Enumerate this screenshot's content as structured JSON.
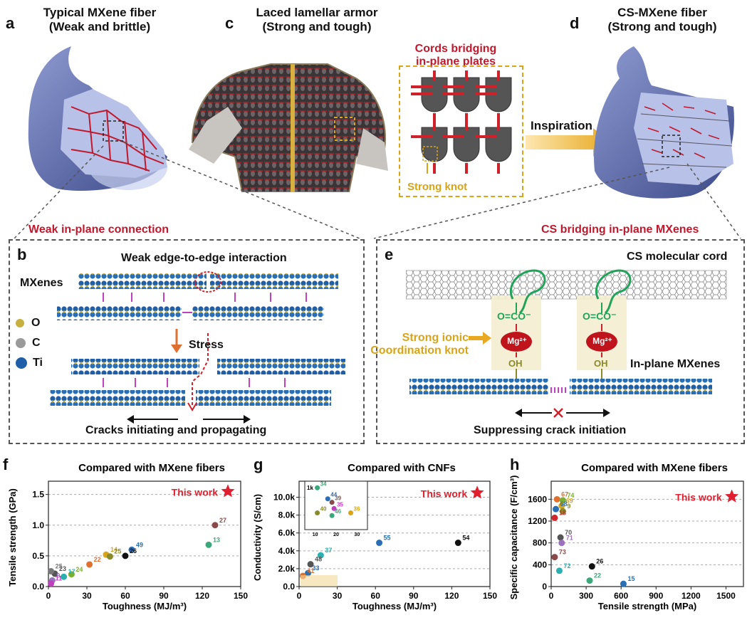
{
  "panel_a": {
    "letter": "a",
    "title_line1": "Typical MXene fiber",
    "title_line2": "(Weak and brittle)"
  },
  "panel_c": {
    "letter": "c",
    "title_line1": "Laced lamellar armor",
    "title_line2": "(Strong and tough)",
    "callout_line1": "Cords bridging",
    "callout_line2": "in-plane plates",
    "knot_label": "Strong knot"
  },
  "inspiration_label": "Inspiration",
  "panel_d": {
    "letter": "d",
    "title_line1": "CS-MXene fiber",
    "title_line2": "(Strong and tough)"
  },
  "weak_connection_label": "Weak in-plane connection",
  "cs_bridging_label": "CS bridging in-plane MXenes",
  "panel_b": {
    "letter": "b",
    "interaction_label": "Weak edge-to-edge interaction",
    "mxenes_label": "MXenes",
    "legend": [
      "O",
      "C",
      "Ti"
    ],
    "stress_label": "Stress",
    "cracks_label": "Cracks initiating and propagating"
  },
  "panel_e": {
    "letter": "e",
    "cord_label": "CS molecular cord",
    "carboxylate": "O=CO⁻",
    "mg": "Mg²⁺",
    "hydroxyl": "OH",
    "knot_line1": "Strong ionic",
    "knot_line2": "Coordination knot",
    "inplane_label": "In-plane MXenes",
    "suppress_label": "Suppressing crack initiation"
  },
  "colors": {
    "accent_red": "#c0182c",
    "gold": "#d8a418",
    "mxene_blue": "#2a6fb5",
    "cord_green": "#22a35a"
  },
  "chart_data": [
    {
      "type": "scatter",
      "letter": "f",
      "title": "Compared with MXene fibers",
      "xlabel": "Toughness (MJ/m³)",
      "ylabel": "Tensile strength (GPa)",
      "xlim": [
        0,
        150
      ],
      "ylim": [
        0,
        1.6
      ],
      "xticks": [
        "0",
        "30",
        "60",
        "90",
        "120",
        "150"
      ],
      "yticks": [
        "0.0",
        "0.5",
        "1.0",
        "1.5"
      ],
      "highlight": {
        "label": "This work",
        "x": 140,
        "y": 1.55
      },
      "points": [
        {
          "label": "27",
          "x": 130,
          "y": 1.0,
          "color": "#8a4a4a"
        },
        {
          "label": "13",
          "x": 125,
          "y": 0.68,
          "color": "#3aa87a"
        },
        {
          "label": "49",
          "x": 65,
          "y": 0.6,
          "color": "#2a6fb5"
        },
        {
          "label": "26",
          "x": 60,
          "y": 0.5,
          "color": "#111111"
        },
        {
          "label": "14",
          "x": 45,
          "y": 0.52,
          "color": "#d8a418"
        },
        {
          "label": "25",
          "x": 48,
          "y": 0.49,
          "color": "#8a8a2a"
        },
        {
          "label": "22",
          "x": 32,
          "y": 0.36,
          "color": "#e07030"
        },
        {
          "label": "24",
          "x": 18,
          "y": 0.2,
          "color": "#7ab030"
        },
        {
          "label": "17",
          "x": 12,
          "y": 0.16,
          "color": "#2ab0b0"
        },
        {
          "label": "23",
          "x": 5,
          "y": 0.21,
          "color": "#555555"
        },
        {
          "label": "25",
          "x": 2,
          "y": 0.25,
          "color": "#777777"
        },
        {
          "label": "9",
          "x": 3,
          "y": 0.1,
          "color": "#9a70c0"
        },
        {
          "label": "11",
          "x": 2,
          "y": 0.05,
          "color": "#c040c0"
        }
      ]
    },
    {
      "type": "scatter",
      "letter": "g",
      "title": "Compared with CNFs",
      "xlabel": "Toughness (MJ/m³)",
      "ylabel": "Conductivity (S/cm)",
      "xlim": [
        0,
        150
      ],
      "ylim": [
        0,
        11000
      ],
      "xticks": [
        "0",
        "30",
        "60",
        "90",
        "120",
        "150"
      ],
      "yticks": [
        "0.0",
        "2.0k",
        "4.0k",
        "6.0k",
        "8.0k",
        "10.0k"
      ],
      "highlight": {
        "label": "This work",
        "x": 140,
        "y": 10500
      },
      "points": [
        {
          "label": "54",
          "x": 125,
          "y": 4900,
          "color": "#111111"
        },
        {
          "label": "55",
          "x": 63,
          "y": 4900,
          "color": "#2a6fb5"
        },
        {
          "label": "37",
          "x": 17,
          "y": 3500,
          "color": "#2ab0b0"
        },
        {
          "label": "48",
          "x": 9,
          "y": 2500,
          "color": "#555555"
        },
        {
          "label": "33",
          "x": 7,
          "y": 1500,
          "color": "#2a6fb5"
        },
        {
          "label": "41",
          "x": 3,
          "y": 1200,
          "color": "#e07030"
        }
      ],
      "inset": {
        "ylabel": "1k",
        "xticks": [
          "10",
          "20",
          "30"
        ],
        "yticks": [
          "0",
          "1k"
        ],
        "points": [
          {
            "label": "34",
            "x": 11,
            "y": 950,
            "color": "#3aa87a"
          },
          {
            "label": "44",
            "x": 16,
            "y": 700,
            "color": "#2a6fb5"
          },
          {
            "label": "39",
            "x": 18,
            "y": 620,
            "color": "#8a4a4a"
          },
          {
            "label": "35",
            "x": 19,
            "y": 480,
            "color": "#c040c0"
          },
          {
            "label": "40",
            "x": 11,
            "y": 380,
            "color": "#8a8a2a"
          },
          {
            "label": "46",
            "x": 18,
            "y": 320,
            "color": "#3aa87a"
          },
          {
            "label": "36",
            "x": 27,
            "y": 380,
            "color": "#d8a418"
          }
        ]
      }
    },
    {
      "type": "scatter",
      "letter": "h",
      "title": "Compared with MXene fibers",
      "xlabel": "Tensile strength (MPa)",
      "ylabel": "Specific capacitance (F/cm³)",
      "xlim": [
        0,
        1650
      ],
      "ylim": [
        0,
        1800
      ],
      "xticks": [
        "0",
        "300",
        "600",
        "900",
        "1200",
        "1500"
      ],
      "yticks": [
        "0",
        "400",
        "800",
        "1200",
        "1600"
      ],
      "highlight": {
        "label": "This work",
        "x": 1550,
        "y": 1650
      },
      "points": [
        {
          "label": "67",
          "x": 50,
          "y": 1600,
          "color": "#e07030"
        },
        {
          "label": "74",
          "x": 100,
          "y": 1580,
          "color": "#7ab030"
        },
        {
          "label": "69",
          "x": 90,
          "y": 1480,
          "color": "#d8a418"
        },
        {
          "label": "68",
          "x": 40,
          "y": 1420,
          "color": "#2a6fb5"
        },
        {
          "label": "9",
          "x": 100,
          "y": 1380,
          "color": "#8a8a2a"
        },
        {
          "label": "18",
          "x": 30,
          "y": 1260,
          "color": "#d0282c"
        },
        {
          "label": "70",
          "x": 80,
          "y": 900,
          "color": "#555555"
        },
        {
          "label": "71",
          "x": 90,
          "y": 800,
          "color": "#9a70c0"
        },
        {
          "label": "73",
          "x": 30,
          "y": 540,
          "color": "#8a4a4a"
        },
        {
          "label": "26",
          "x": 350,
          "y": 370,
          "color": "#111111"
        },
        {
          "label": "72",
          "x": 70,
          "y": 290,
          "color": "#2ab0b0"
        },
        {
          "label": "22",
          "x": 330,
          "y": 110,
          "color": "#3aa87a"
        },
        {
          "label": "15",
          "x": 620,
          "y": 50,
          "color": "#2a6fb5"
        }
      ]
    }
  ]
}
